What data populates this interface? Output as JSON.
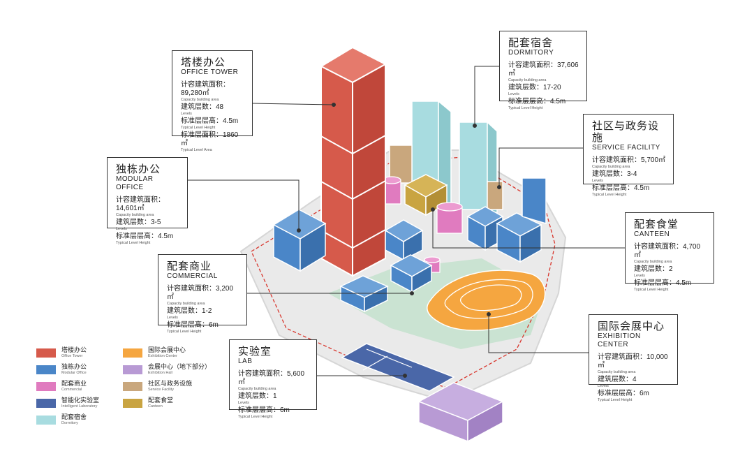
{
  "colors": {
    "office_tower": "#d65a4b",
    "modular_office": "#4a86c8",
    "commercial": "#e07bbf",
    "lab": "#4a67a8",
    "dormitory": "#a8dce0",
    "exhibition_center": "#f5a640",
    "exhibition_hall": "#b89ad4",
    "service_facility": "#c9a77d",
    "canteen": "#c9a441"
  },
  "callouts": {
    "office_tower": {
      "cn": "塔楼办公",
      "en": "OFFICE TOWER",
      "rows": [
        {
          "main": "计容建筑面积：89,280㎡",
          "sub": "Capacity building area"
        },
        {
          "main": "建筑层数：48",
          "sub": "Levels"
        },
        {
          "main": "标准层层高：4.5m",
          "sub": "Typical Level Height"
        },
        {
          "main": "标准层面积：1860㎡",
          "sub": "Typical Level Area"
        }
      ]
    },
    "dormitory": {
      "cn": "配套宿舍",
      "en": "DORMITORY",
      "rows": [
        {
          "main": "计容建筑面积：37,606㎡",
          "sub": "Capacity building area"
        },
        {
          "main": "建筑层数：17-20",
          "sub": "Levels"
        },
        {
          "main": "标准层层高：4.5m",
          "sub": "Typical Level Height"
        }
      ]
    },
    "service_facility": {
      "cn": "社区与政务设施",
      "en": "SERVICE FACILITY",
      "rows": [
        {
          "main": "计容建筑面积：5,700㎡",
          "sub": "Capacity building area"
        },
        {
          "main": "建筑层数：3-4",
          "sub": "Levels"
        },
        {
          "main": "标准层层高：4.5m",
          "sub": "Typical Level Height"
        }
      ]
    },
    "modular_office": {
      "cn": "独栋办公",
      "en": "MODULAR OFFICE",
      "rows": [
        {
          "main": "计容建筑面积：14,601㎡",
          "sub": "Capacity building area"
        },
        {
          "main": "建筑层数：3-5",
          "sub": "Levels"
        },
        {
          "main": "标准层层高：4.5m",
          "sub": "Typical Level Height"
        }
      ]
    },
    "canteen": {
      "cn": "配套食堂",
      "en": "CANTEEN",
      "rows": [
        {
          "main": "计容建筑面积：4,700㎡",
          "sub": "Capacity building area"
        },
        {
          "main": "建筑层数：2",
          "sub": "Levels"
        },
        {
          "main": "标准层层高：4.5m",
          "sub": "Typical Level Height"
        }
      ]
    },
    "commercial": {
      "cn": "配套商业",
      "en": "COMMERCIAL",
      "rows": [
        {
          "main": "计容建筑面积：3,200㎡",
          "sub": "Capacity building area"
        },
        {
          "main": "建筑层数：1-2",
          "sub": "Levels"
        },
        {
          "main": "标准层层高：6m",
          "sub": "Typical Level Height"
        }
      ]
    },
    "exhibition_center": {
      "cn": "国际会展中心",
      "en": "EXHIBITION CENTER",
      "rows": [
        {
          "main": "计容建筑面积：10,000㎡",
          "sub": "Capacity building area"
        },
        {
          "main": "建筑层数：4",
          "sub": "Levels"
        },
        {
          "main": "标准层层高：6m",
          "sub": "Typical Level Height"
        }
      ]
    },
    "lab": {
      "cn": "实验室",
      "en": "LAB",
      "rows": [
        {
          "main": "计容建筑面积：5,600㎡",
          "sub": "Capacity building area"
        },
        {
          "main": "建筑层数：1",
          "sub": "Levels"
        },
        {
          "main": "标准层层高：6m",
          "sub": "Typical Level Height"
        }
      ]
    }
  },
  "legend": [
    {
      "cn": "塔楼办公",
      "en": "Office Tower",
      "color": "#d65a4b"
    },
    {
      "cn": "独栋办公",
      "en": "Modular Office",
      "color": "#4a86c8"
    },
    {
      "cn": "配套商业",
      "en": "Commercial",
      "color": "#e07bbf"
    },
    {
      "cn": "智能化实验室",
      "en": "Intelligent Laboratory",
      "color": "#4a67a8"
    },
    {
      "cn": "配套宿舍",
      "en": "Dormitory",
      "color": "#a8dce0"
    },
    {
      "cn": "国际会展中心",
      "en": "Exhibition Center",
      "color": "#f5a640"
    },
    {
      "cn": "会展中心（地下部分）",
      "en": "Exhibition Hall",
      "color": "#b89ad4"
    },
    {
      "cn": "社区与政务设施",
      "en": "Service Facility",
      "color": "#c9a77d"
    },
    {
      "cn": "配套食堂",
      "en": "Canteen",
      "color": "#c9a441"
    }
  ]
}
